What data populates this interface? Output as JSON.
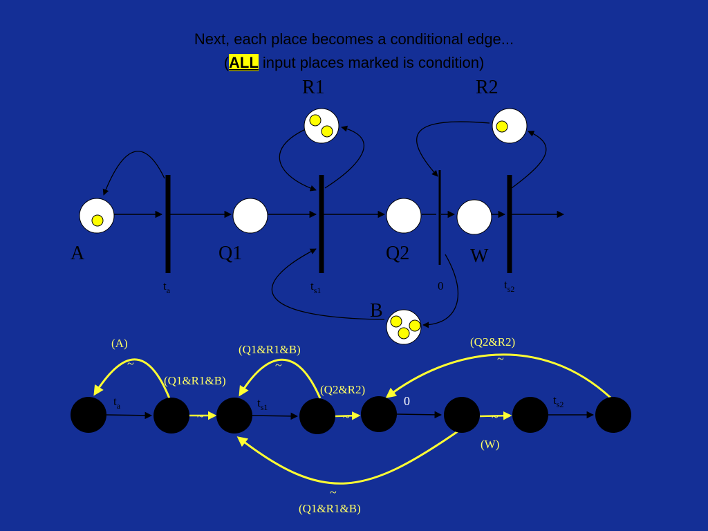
{
  "title": {
    "line1": "Next, each place becomes a conditional edge...",
    "line2_open": "(",
    "line2_highlight": "ALL",
    "line2_rest": " input places marked is condition)"
  },
  "colors": {
    "background": "#142f96",
    "place_fill": "#ffffff",
    "token": "#ffff00",
    "transition": "#000000",
    "edge": "#000000",
    "conditional_edge": "#ffff33",
    "node": "#000000",
    "label_dark": "#000000",
    "label_light": "#ffffff",
    "label_yellow": "#ffff66"
  },
  "petri_net": {
    "places": {
      "A": "A",
      "Q1": "Q1",
      "Q2": "Q2",
      "W": "W",
      "R1": "R1",
      "R2": "R2",
      "B": "B"
    },
    "tokens": {
      "A": 1,
      "Q1": 0,
      "Q2": 0,
      "W": 0,
      "R1": 2,
      "R2": 1,
      "B": 3
    },
    "transitions": {
      "ta": {
        "base": "t",
        "sub": "a"
      },
      "ts1": {
        "base": "t",
        "sub": "s1"
      },
      "zero": {
        "base": "0",
        "sub": ""
      },
      "ts2": {
        "base": "t",
        "sub": "s2"
      }
    }
  },
  "event_graph": {
    "edge_labels": {
      "ta": {
        "base": "t",
        "sub": "a"
      },
      "ts1": {
        "base": "t",
        "sub": "s1"
      },
      "zero": "0",
      "ts2": {
        "base": "t",
        "sub": "s2"
      }
    },
    "conditions": {
      "a": "(A)",
      "q1r1b_upper": "(Q1&R1&B)",
      "q1r1b_mid": "(Q1&R1&B)",
      "q2r2_mid": "(Q2&R2)",
      "q2r2_upper": "(Q2&R2)",
      "w": "(W)",
      "q1r1b_lower": "(Q1&R1&B)"
    },
    "tilde": "~"
  }
}
